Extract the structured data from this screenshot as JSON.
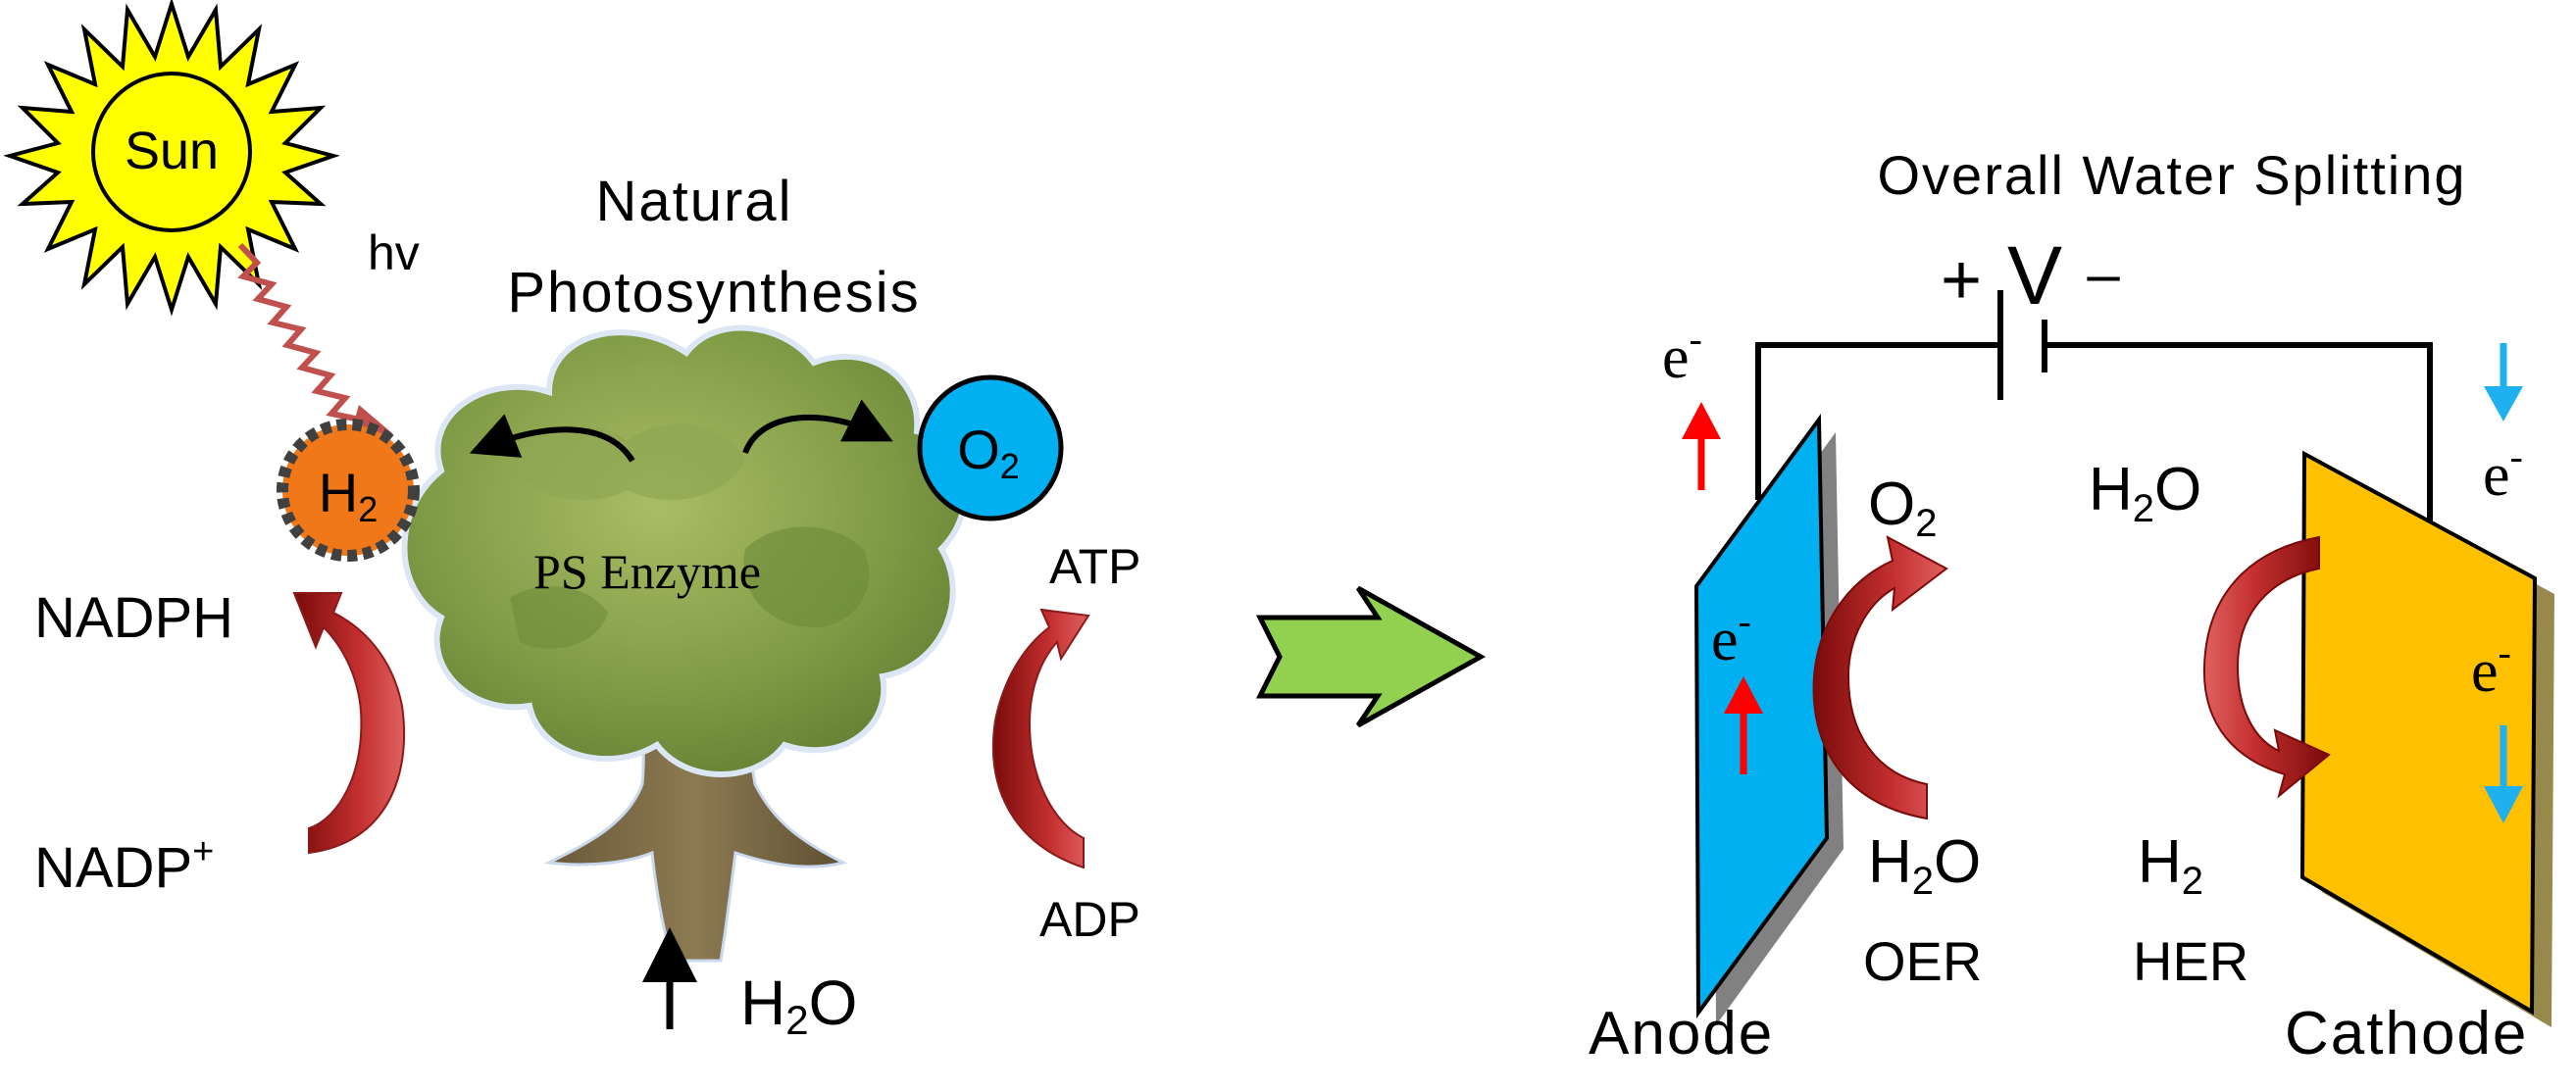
{
  "left": {
    "sun_label": "Sun",
    "light_label": "hv",
    "title_line1": "Natural",
    "title_line2": "Photosynthesis",
    "h2_main": "H",
    "h2_sub": "2",
    "o2_main": "O",
    "o2_sub": "2",
    "enzyme_label": "PS Enzyme",
    "nadph_label": "NADPH",
    "nadp_main": "NADP",
    "nadp_sup": "+",
    "atp_label": "ATP",
    "adp_label": "ADP",
    "water_main": "H",
    "water_sub": "2",
    "water_tail": "O"
  },
  "right": {
    "title": "Overall Water Splitting",
    "plus_sign": "+",
    "voltage_label": "V",
    "minus_sign": "–",
    "electron_main": "e",
    "electron_sup": "-",
    "o2_main": "O",
    "o2_sub": "2",
    "h2o_top_main": "H",
    "h2o_top_sub": "2",
    "h2o_top_tail": "O",
    "h2o_bottom_main": "H",
    "h2o_bottom_sub": "2",
    "h2o_bottom_tail": "O",
    "h2_main": "H",
    "h2_sub": "2",
    "oer_label": "OER",
    "her_label": "HER",
    "anode_label": "Anode",
    "cathode_label": "Cathode"
  },
  "colors": {
    "sun": "#ffff00",
    "hydrogen_ball": "#f07818",
    "oxygen_ball": "#00b0f0",
    "arrow_red": "#b32020",
    "transition_arrow": "#92d050",
    "anode_plate": "#00b0f0",
    "cathode_plate": "#ffc000",
    "electron_up": "#ff0000",
    "electron_down": "#1fb0f0"
  }
}
